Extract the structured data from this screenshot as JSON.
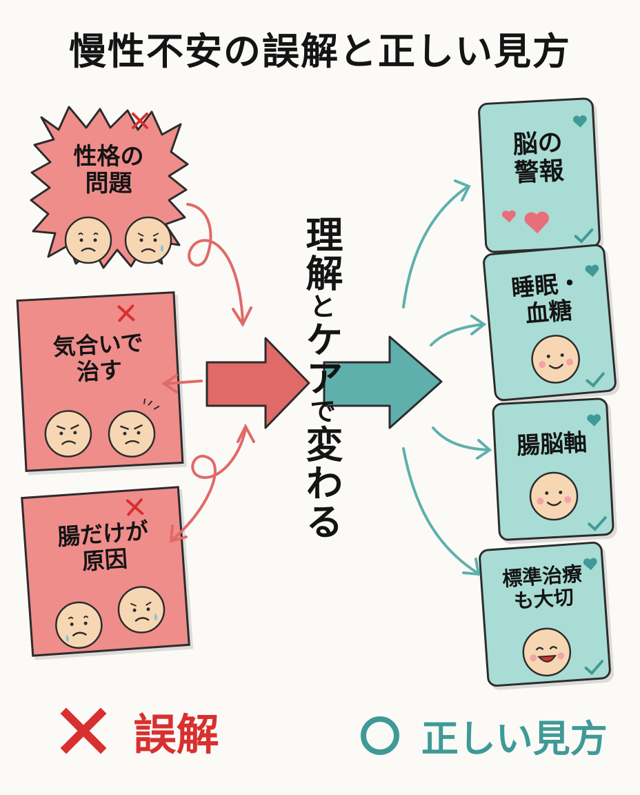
{
  "title": "慢性不安の誤解と正しい見方",
  "center": {
    "part1": "理解",
    "part2": "と",
    "part3": "ケア",
    "part4": "で",
    "part5": "変わる"
  },
  "misconceptions": [
    {
      "line1": "性格の",
      "line2": "問題"
    },
    {
      "line1": "気合いで",
      "line2": "治す"
    },
    {
      "line1": "腸だけが",
      "line2": "原因"
    }
  ],
  "correct_views": [
    {
      "line1": "脳の",
      "line2": "警報"
    },
    {
      "line1": "睡眠・",
      "line2": "血糖"
    },
    {
      "line1": "腸脳軸",
      "line2": ""
    },
    {
      "line1": "標準治療",
      "line2": "も大切"
    }
  ],
  "legend": {
    "wrong_label": "誤解",
    "right_label": "正しい見方"
  },
  "colors": {
    "wrong_card": "#ef8d8b",
    "wrong_accent": "#d8302f",
    "right_card": "#a9dcd4",
    "right_accent": "#3f9a97",
    "face": "#f7d7b3"
  },
  "icons": [
    "cross-icon",
    "heart-icon",
    "check-icon",
    "sad-face-icon",
    "angry-face-icon",
    "smile-face-icon"
  ]
}
